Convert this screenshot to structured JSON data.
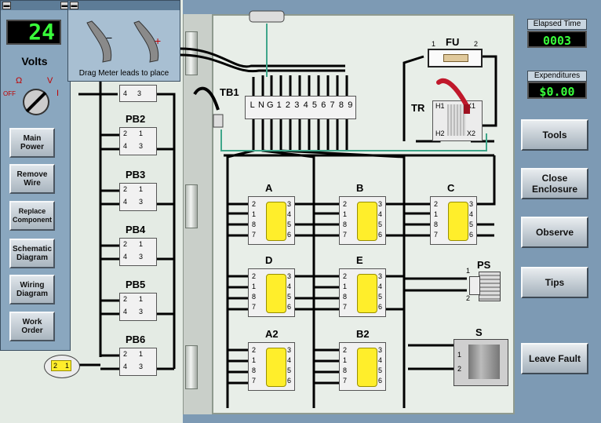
{
  "meter": {
    "volts_value": "24",
    "volts_label": "Volts",
    "dial_labels": [
      "OFF",
      "Ω",
      "V",
      "I"
    ],
    "buttons": [
      "Main Power",
      "Remove Wire",
      "Replace Component",
      "Schematic Diagram",
      "Wiring Diagram",
      "Work Order"
    ]
  },
  "drag_panel": {
    "caption": "Drag Meter leads to place",
    "lead_signs": [
      "−",
      "+"
    ]
  },
  "indicators": {
    "elapsed_label": "Elapsed Time",
    "elapsed_value": "0003",
    "expend_label": "Expenditures",
    "expend_value": "$0.00"
  },
  "right_buttons": [
    "Tools",
    "Close Enclosure",
    "Observe",
    "Tips",
    "Leave Fault"
  ],
  "components": {
    "fuse": "FU",
    "fuse_pins": [
      "1",
      "2"
    ],
    "terminal_block": "TB1",
    "terminals": [
      "L",
      "N",
      "G",
      "1",
      "2",
      "3",
      "4",
      "5",
      "6",
      "7",
      "8",
      "9"
    ],
    "transformer": "TR",
    "transformer_pins": [
      "H1",
      "H2",
      "X1",
      "X2"
    ],
    "pushbuttons": [
      "PB2",
      "PB3",
      "PB4",
      "PB5",
      "PB6"
    ],
    "pb_pins": {
      "top_left": "2",
      "top_right": "1",
      "bottom_left": "4",
      "bottom_right": "3"
    },
    "relays": [
      "A",
      "B",
      "C",
      "D",
      "E",
      "A2",
      "B2"
    ],
    "relay_pins_left": [
      "2",
      "1",
      "8",
      "7"
    ],
    "relay_pins_right": [
      "3",
      "4",
      "5",
      "6"
    ],
    "pressure_switch": "PS",
    "ps_pins": [
      "1",
      "2"
    ],
    "solenoid": "S",
    "solenoid_pins": [
      "1",
      "2"
    ],
    "lamp_pins": [
      "2",
      "1"
    ],
    "top_pb_pins": [
      "4",
      "3"
    ]
  },
  "colors": {
    "background": "#7d9ab4",
    "digital": "#39ff3b",
    "relay_core": "#ffee2b",
    "wire": "#000000"
  }
}
